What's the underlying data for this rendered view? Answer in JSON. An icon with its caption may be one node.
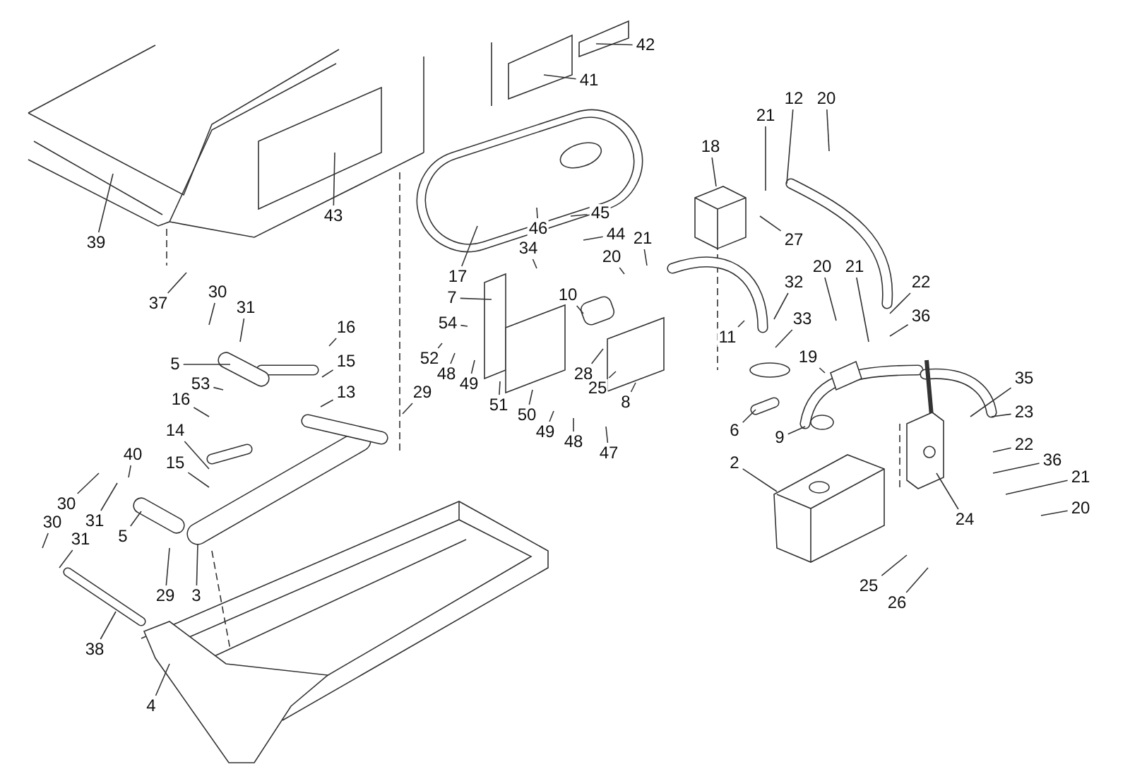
{
  "diagram": {
    "nodes": [
      {
        "text": [
          "42"
        ]
      },
      {
        "text": [
          "41"
        ]
      },
      {
        "text": [
          "12"
        ]
      },
      {
        "text": [
          "20"
        ]
      },
      {
        "text": [
          "21"
        ]
      },
      {
        "text": [
          "18"
        ]
      },
      {
        "text": [
          "45"
        ]
      },
      {
        "text": [
          "43"
        ]
      },
      {
        "text": [
          "46"
        ]
      },
      {
        "text": [
          "44"
        ]
      },
      {
        "text": [
          "21"
        ]
      },
      {
        "text": [
          "27"
        ]
      },
      {
        "text": [
          "39"
        ]
      },
      {
        "text": [
          "34"
        ]
      },
      {
        "text": [
          "20"
        ]
      },
      {
        "text": [
          "20"
        ]
      },
      {
        "text": [
          "21"
        ]
      },
      {
        "text": [
          "17"
        ]
      },
      {
        "text": [
          "22"
        ]
      },
      {
        "text": [
          "32"
        ]
      },
      {
        "text": [
          "30"
        ]
      },
      {
        "text": [
          "10"
        ]
      },
      {
        "text": [
          "7"
        ]
      },
      {
        "text": [
          "37"
        ]
      },
      {
        "text": [
          "31"
        ]
      },
      {
        "text": [
          "33"
        ]
      },
      {
        "text": [
          "36"
        ]
      },
      {
        "text": [
          "54"
        ]
      },
      {
        "text": [
          "16"
        ]
      },
      {
        "text": [
          "11"
        ]
      },
      {
        "text": [
          "19"
        ]
      },
      {
        "text": [
          "52"
        ]
      },
      {
        "text": [
          "15"
        ]
      },
      {
        "text": [
          "5"
        ]
      },
      {
        "text": [
          "48"
        ]
      },
      {
        "text": [
          "28"
        ]
      },
      {
        "text": [
          "35"
        ]
      },
      {
        "text": [
          "49"
        ]
      },
      {
        "text": [
          "53"
        ]
      },
      {
        "text": [
          "25"
        ]
      },
      {
        "text": [
          "13"
        ]
      },
      {
        "text": [
          "29"
        ]
      },
      {
        "text": [
          "16"
        ]
      },
      {
        "text": [
          "8"
        ]
      },
      {
        "text": [
          "51"
        ]
      },
      {
        "text": [
          "23"
        ]
      },
      {
        "text": [
          "50"
        ]
      },
      {
        "text": [
          "14"
        ]
      },
      {
        "text": [
          "49"
        ]
      },
      {
        "text": [
          "6"
        ]
      },
      {
        "text": [
          "9"
        ]
      },
      {
        "text": [
          "48"
        ]
      },
      {
        "text": [
          "22"
        ]
      },
      {
        "text": [
          "47"
        ]
      },
      {
        "text": [
          "40"
        ]
      },
      {
        "text": [
          "36"
        ]
      },
      {
        "text": [
          "2"
        ]
      },
      {
        "text": [
          "15"
        ]
      },
      {
        "text": [
          "21"
        ]
      },
      {
        "text": [
          "30"
        ]
      },
      {
        "text": [
          "20"
        ]
      },
      {
        "text": [
          "24"
        ]
      },
      {
        "text": [
          "31"
        ]
      },
      {
        "text": [
          "30"
        ]
      },
      {
        "text": [
          "5"
        ]
      },
      {
        "text": [
          "31"
        ]
      },
      {
        "text": [
          "25"
        ]
      },
      {
        "text": [
          "29"
        ]
      },
      {
        "text": [
          "3"
        ]
      },
      {
        "text": [
          "26"
        ]
      },
      {
        "text": [
          "38"
        ]
      },
      {
        "text": [
          "4"
        ]
      }
    ],
    "edges": [
      {
        "from": 0,
        "to": null,
        "arrow": "none"
      },
      {
        "from": 1,
        "to": null,
        "arrow": "none"
      },
      {
        "from": 2,
        "to": null,
        "arrow": "none"
      },
      {
        "from": 3,
        "to": null,
        "arrow": "none"
      },
      {
        "from": 4,
        "to": null,
        "arrow": "none"
      },
      {
        "from": 5,
        "to": null,
        "arrow": "none"
      },
      {
        "from": 6,
        "to": null,
        "arrow": "none"
      },
      {
        "from": 7,
        "to": null,
        "arrow": "none"
      },
      {
        "from": 8,
        "to": null,
        "arrow": "none"
      },
      {
        "from": 9,
        "to": null,
        "arrow": "none"
      },
      {
        "from": 10,
        "to": null,
        "arrow": "none"
      },
      {
        "from": 11,
        "to": null,
        "arrow": "none"
      },
      {
        "from": 12,
        "to": null,
        "arrow": "none"
      },
      {
        "from": 13,
        "to": null,
        "arrow": "none"
      },
      {
        "from": 14,
        "to": null,
        "arrow": "none"
      },
      {
        "from": 15,
        "to": null,
        "arrow": "none"
      },
      {
        "from": 16,
        "to": null,
        "arrow": "none"
      },
      {
        "from": 17,
        "to": null,
        "arrow": "none"
      },
      {
        "from": 18,
        "to": null,
        "arrow": "none"
      },
      {
        "from": 19,
        "to": null,
        "arrow": "none"
      },
      {
        "from": 20,
        "to": null,
        "arrow": "none"
      },
      {
        "from": 21,
        "to": null,
        "arrow": "none"
      },
      {
        "from": 22,
        "to": null,
        "arrow": "none"
      },
      {
        "from": 23,
        "to": null,
        "arrow": "none"
      },
      {
        "from": 24,
        "to": null,
        "arrow": "none"
      },
      {
        "from": 25,
        "to": null,
        "arrow": "none"
      },
      {
        "from": 26,
        "to": null,
        "arrow": "none"
      },
      {
        "from": 27,
        "to": null,
        "arrow": "none"
      },
      {
        "from": 28,
        "to": null,
        "arrow": "none"
      },
      {
        "from": 29,
        "to": null,
        "arrow": "none"
      },
      {
        "from": 30,
        "to": null,
        "arrow": "none"
      },
      {
        "from": 31,
        "to": null,
        "arrow": "none"
      },
      {
        "from": 32,
        "to": null,
        "arrow": "none"
      },
      {
        "from": 33,
        "to": null,
        "arrow": "none"
      },
      {
        "from": 34,
        "to": null,
        "arrow": "none"
      },
      {
        "from": 35,
        "to": null,
        "arrow": "none"
      },
      {
        "from": 36,
        "to": null,
        "arrow": "none"
      },
      {
        "from": 37,
        "to": null,
        "arrow": "none"
      },
      {
        "from": 38,
        "to": null,
        "arrow": "none"
      },
      {
        "from": 39,
        "to": null,
        "arrow": "none"
      },
      {
        "from": 40,
        "to": null,
        "arrow": "none"
      },
      {
        "from": 41,
        "to": null,
        "arrow": "none"
      },
      {
        "from": 42,
        "to": null,
        "arrow": "none"
      },
      {
        "from": 43,
        "to": null,
        "arrow": "none"
      },
      {
        "from": 44,
        "to": null,
        "arrow": "none"
      },
      {
        "from": 45,
        "to": null,
        "arrow": "none"
      },
      {
        "from": 46,
        "to": null,
        "arrow": "none"
      },
      {
        "from": 47,
        "to": null,
        "arrow": "none"
      },
      {
        "from": 48,
        "to": null,
        "arrow": "none"
      },
      {
        "from": 49,
        "to": null,
        "arrow": "none"
      },
      {
        "from": 50,
        "to": null,
        "arrow": "none"
      },
      {
        "from": 51,
        "to": null,
        "arrow": "none"
      },
      {
        "from": 52,
        "to": null,
        "arrow": "none"
      },
      {
        "from": 53,
        "to": null,
        "arrow": "none"
      },
      {
        "from": 54,
        "to": null,
        "arrow": "none"
      },
      {
        "from": 55,
        "to": null,
        "arrow": "none"
      },
      {
        "from": 56,
        "to": null,
        "arrow": "none"
      },
      {
        "from": 57,
        "to": null,
        "arrow": "none"
      },
      {
        "from": 58,
        "to": null,
        "arrow": "none"
      },
      {
        "from": 59,
        "to": null,
        "arrow": "none"
      },
      {
        "from": 60,
        "to": null,
        "arrow": "none"
      },
      {
        "from": 61,
        "to": null,
        "arrow": "none"
      },
      {
        "from": 62,
        "to": null,
        "arrow": "none"
      },
      {
        "from": 63,
        "to": null,
        "arrow": "none"
      },
      {
        "from": 64,
        "to": null,
        "arrow": "none"
      },
      {
        "from": 65,
        "to": null,
        "arrow": "none"
      },
      {
        "from": 66,
        "to": null,
        "arrow": "none"
      },
      {
        "from": 67,
        "to": null,
        "arrow": "none"
      },
      {
        "from": 68,
        "to": null,
        "arrow": "none"
      },
      {
        "from": 69,
        "to": null,
        "arrow": "none"
      },
      {
        "from": 70,
        "to": null,
        "arrow": "none"
      },
      {
        "from": 71,
        "to": null,
        "arrow": "none"
      }
    ]
  }
}
